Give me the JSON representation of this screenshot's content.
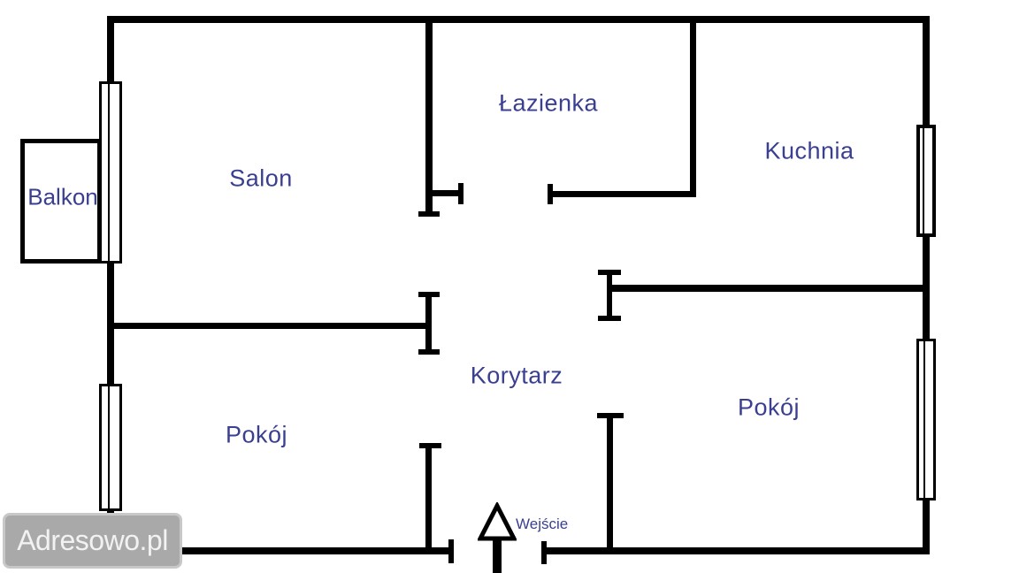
{
  "plan": {
    "rooms": [
      {
        "name": "balkon",
        "label": "Balkon"
      },
      {
        "name": "salon",
        "label": "Salon"
      },
      {
        "name": "lazienka",
        "label": "Łazienka"
      },
      {
        "name": "kuchnia",
        "label": "Kuchnia"
      },
      {
        "name": "korytarz",
        "label": "Korytarz"
      },
      {
        "name": "pokoj_left",
        "label": "Pokój"
      },
      {
        "name": "pokoj_right",
        "label": "Pokój"
      }
    ],
    "entrance": {
      "label": "Wejście"
    },
    "icons": {
      "entrance_arrow": "up-arrow-outline-with-stem",
      "window_symbol": "double-line-window",
      "door_opening": "wall-gap-with-jambs"
    }
  },
  "watermark": {
    "text": "Adresowo.pl"
  },
  "colors": {
    "background": "#ffffff",
    "wall": "#000000",
    "room_label": "#3a3f90",
    "watermark_background": "#a9a9a9",
    "watermark_border": "#c8c8c8",
    "watermark_text": "#f2f2f2"
  }
}
